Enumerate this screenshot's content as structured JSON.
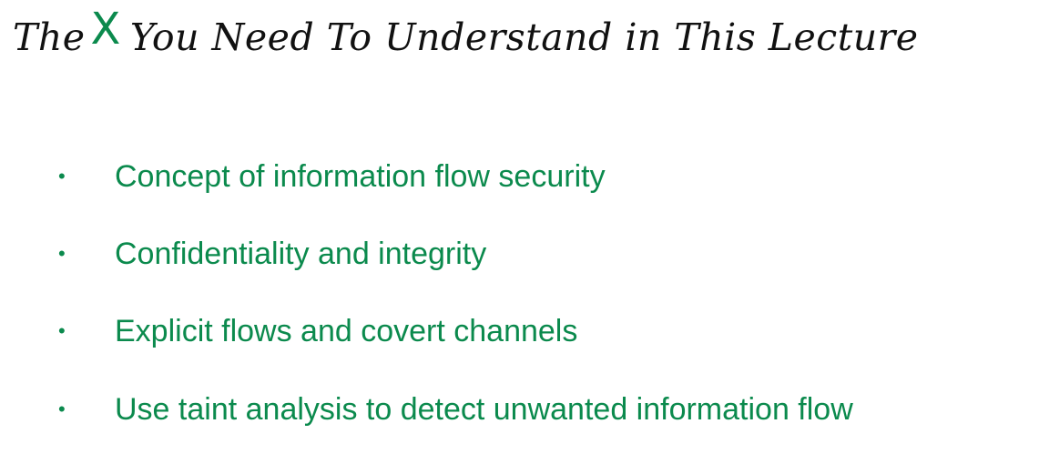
{
  "title": {
    "prefix": "The",
    "accent": "X",
    "suffix": "You Need To Understand in This Lecture"
  },
  "bullets": [
    {
      "marker": "•",
      "text": "Concept of information flow security"
    },
    {
      "marker": "•",
      "text": "Confidentiality and integrity"
    },
    {
      "marker": "•",
      "text": "Explicit flows and covert channels"
    },
    {
      "marker": "•",
      "text": "Use taint analysis to detect unwanted information flow"
    }
  ],
  "colors": {
    "accent": "#0b8a4d",
    "title": "#111111",
    "body": "#0b8a4d",
    "background": "#ffffff"
  }
}
